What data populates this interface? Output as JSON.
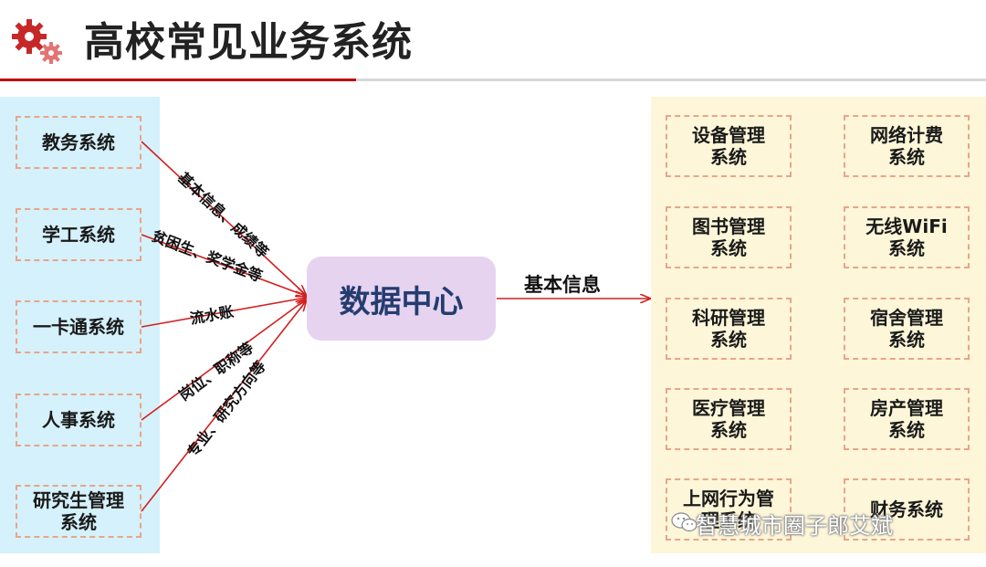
{
  "title": "高校常见业务系统",
  "center": "数据中心",
  "left_systems": [
    "教务系统",
    "学工系统",
    "一卡通系统",
    "人事系统",
    "研究生管理\n系统"
  ],
  "edge_labels": [
    "基本信息、成绩等",
    "贫困生、奖学金等",
    "流水账",
    "岗位、职称等",
    "专业、研究方向等"
  ],
  "out_label": "基本信息",
  "right_systems": [
    "设备管理\n系统",
    "网络计费\n系统",
    "图书管理\n系统",
    "无线WiFi\n系统",
    "科研管理\n系统",
    "宿舍管理\n系统",
    "医疗管理\n系统",
    "房产管理\n系统",
    "上网行为管\n理系统",
    "财务系统"
  ],
  "watermark": "智慧城市圈子郎艾斌",
  "colors": {
    "accent": "#c00000",
    "edge": "#d22020",
    "center_fill": "#e6d3f0",
    "left_panel": "#d5f1fb",
    "right_panel": "#fdf6d8"
  }
}
